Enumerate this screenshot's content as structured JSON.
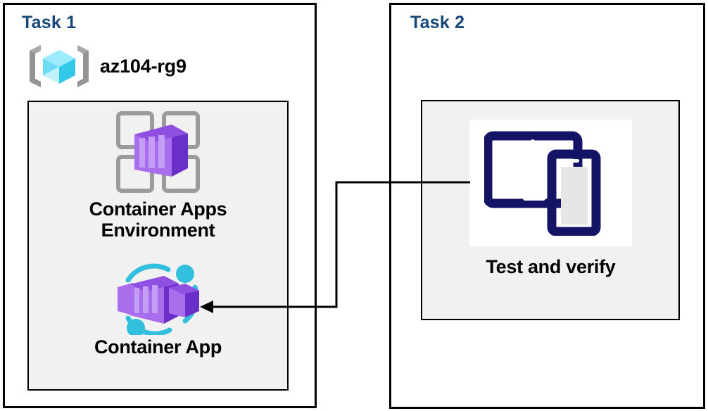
{
  "diagram": {
    "title": "Azure Container Apps task diagram",
    "background_color": "#ffffff",
    "panel_border_color": "#000000",
    "panel_fill_color": "#f1f1f1",
    "title_color": "#16497A",
    "connector_color": "#000000"
  },
  "task1": {
    "title": "Task 1",
    "resource_group": {
      "label": "az104-rg9",
      "icon": "resource-group-icon",
      "icon_colors": {
        "bracket": "#949494",
        "cube_light": "#86E5FB",
        "cube_dark": "#32C9E8"
      }
    },
    "nodes": [
      {
        "label": "Container Apps\nEnvironment",
        "icon": "container-apps-environment-icon",
        "icon_colors": {
          "frame": "#9B9B9B",
          "box_light": "#A86EEC",
          "box_dark": "#6B2FC9"
        }
      },
      {
        "label": "Container App",
        "icon": "container-app-icon",
        "icon_colors": {
          "ring": "#32BEDD",
          "box_light": "#A86EEC",
          "box_dark": "#6B2FC9"
        }
      }
    ]
  },
  "task2": {
    "title": "Task 2",
    "nodes": [
      {
        "label": "Test and verify",
        "icon": "test-devices-icon",
        "icon_colors": {
          "outline": "#141466",
          "screen": "#ffffff",
          "phone_screen": "#E6E6E6"
        }
      }
    ]
  },
  "connector": {
    "from": "Test and verify",
    "to": "Container App",
    "arrow_direction": "left",
    "style": "elbow"
  }
}
